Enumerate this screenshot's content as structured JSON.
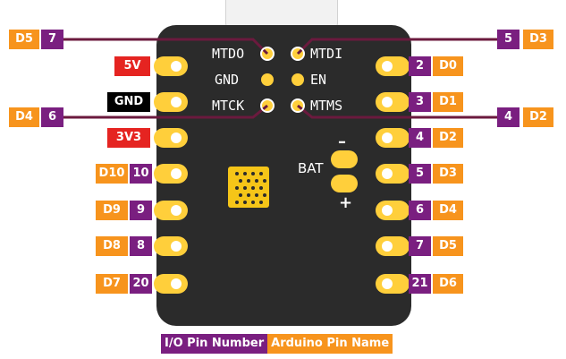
{
  "board": {
    "top_pads": [
      "MTDO",
      "GND",
      "MTCK",
      "MTDI",
      "EN",
      "MTMS"
    ],
    "battery_label": "BAT",
    "battery_minus": "–",
    "battery_plus": "+"
  },
  "left_pins": [
    {
      "io": "",
      "arduino": "",
      "power": "5V",
      "power_color": "red"
    },
    {
      "io": "",
      "arduino": "",
      "power": "GND",
      "power_color": "black"
    },
    {
      "io": "",
      "arduino": "",
      "power": "3V3",
      "power_color": "red"
    },
    {
      "io": "10",
      "arduino": "D10"
    },
    {
      "io": "9",
      "arduino": "D9"
    },
    {
      "io": "8",
      "arduino": "D8"
    },
    {
      "io": "20",
      "arduino": "D7"
    }
  ],
  "right_pins": [
    {
      "io": "2",
      "arduino": "D0"
    },
    {
      "io": "3",
      "arduino": "D1"
    },
    {
      "io": "4",
      "arduino": "D2"
    },
    {
      "io": "5",
      "arduino": "D3"
    },
    {
      "io": "6",
      "arduino": "D4"
    },
    {
      "io": "7",
      "arduino": "D5"
    },
    {
      "io": "21",
      "arduino": "D6"
    }
  ],
  "callouts": [
    {
      "pad": "MTDO",
      "io": "7",
      "arduino": "D5"
    },
    {
      "pad": "MTCK",
      "io": "6",
      "arduino": "D4"
    },
    {
      "pad": "MTDI",
      "io": "5",
      "arduino": "D3"
    },
    {
      "pad": "MTMS",
      "io": "4",
      "arduino": "D2"
    }
  ],
  "legend": {
    "io_label": "I/O Pin Number",
    "arduino_label": "Arduino Pin Name"
  },
  "colors": {
    "board": "#2b2b2b",
    "pad": "#ffcf3b",
    "io_tag": "#7a1f80",
    "arduino_tag": "#f7941d",
    "power_red": "#e52421",
    "wire": "#6b1a3e"
  }
}
